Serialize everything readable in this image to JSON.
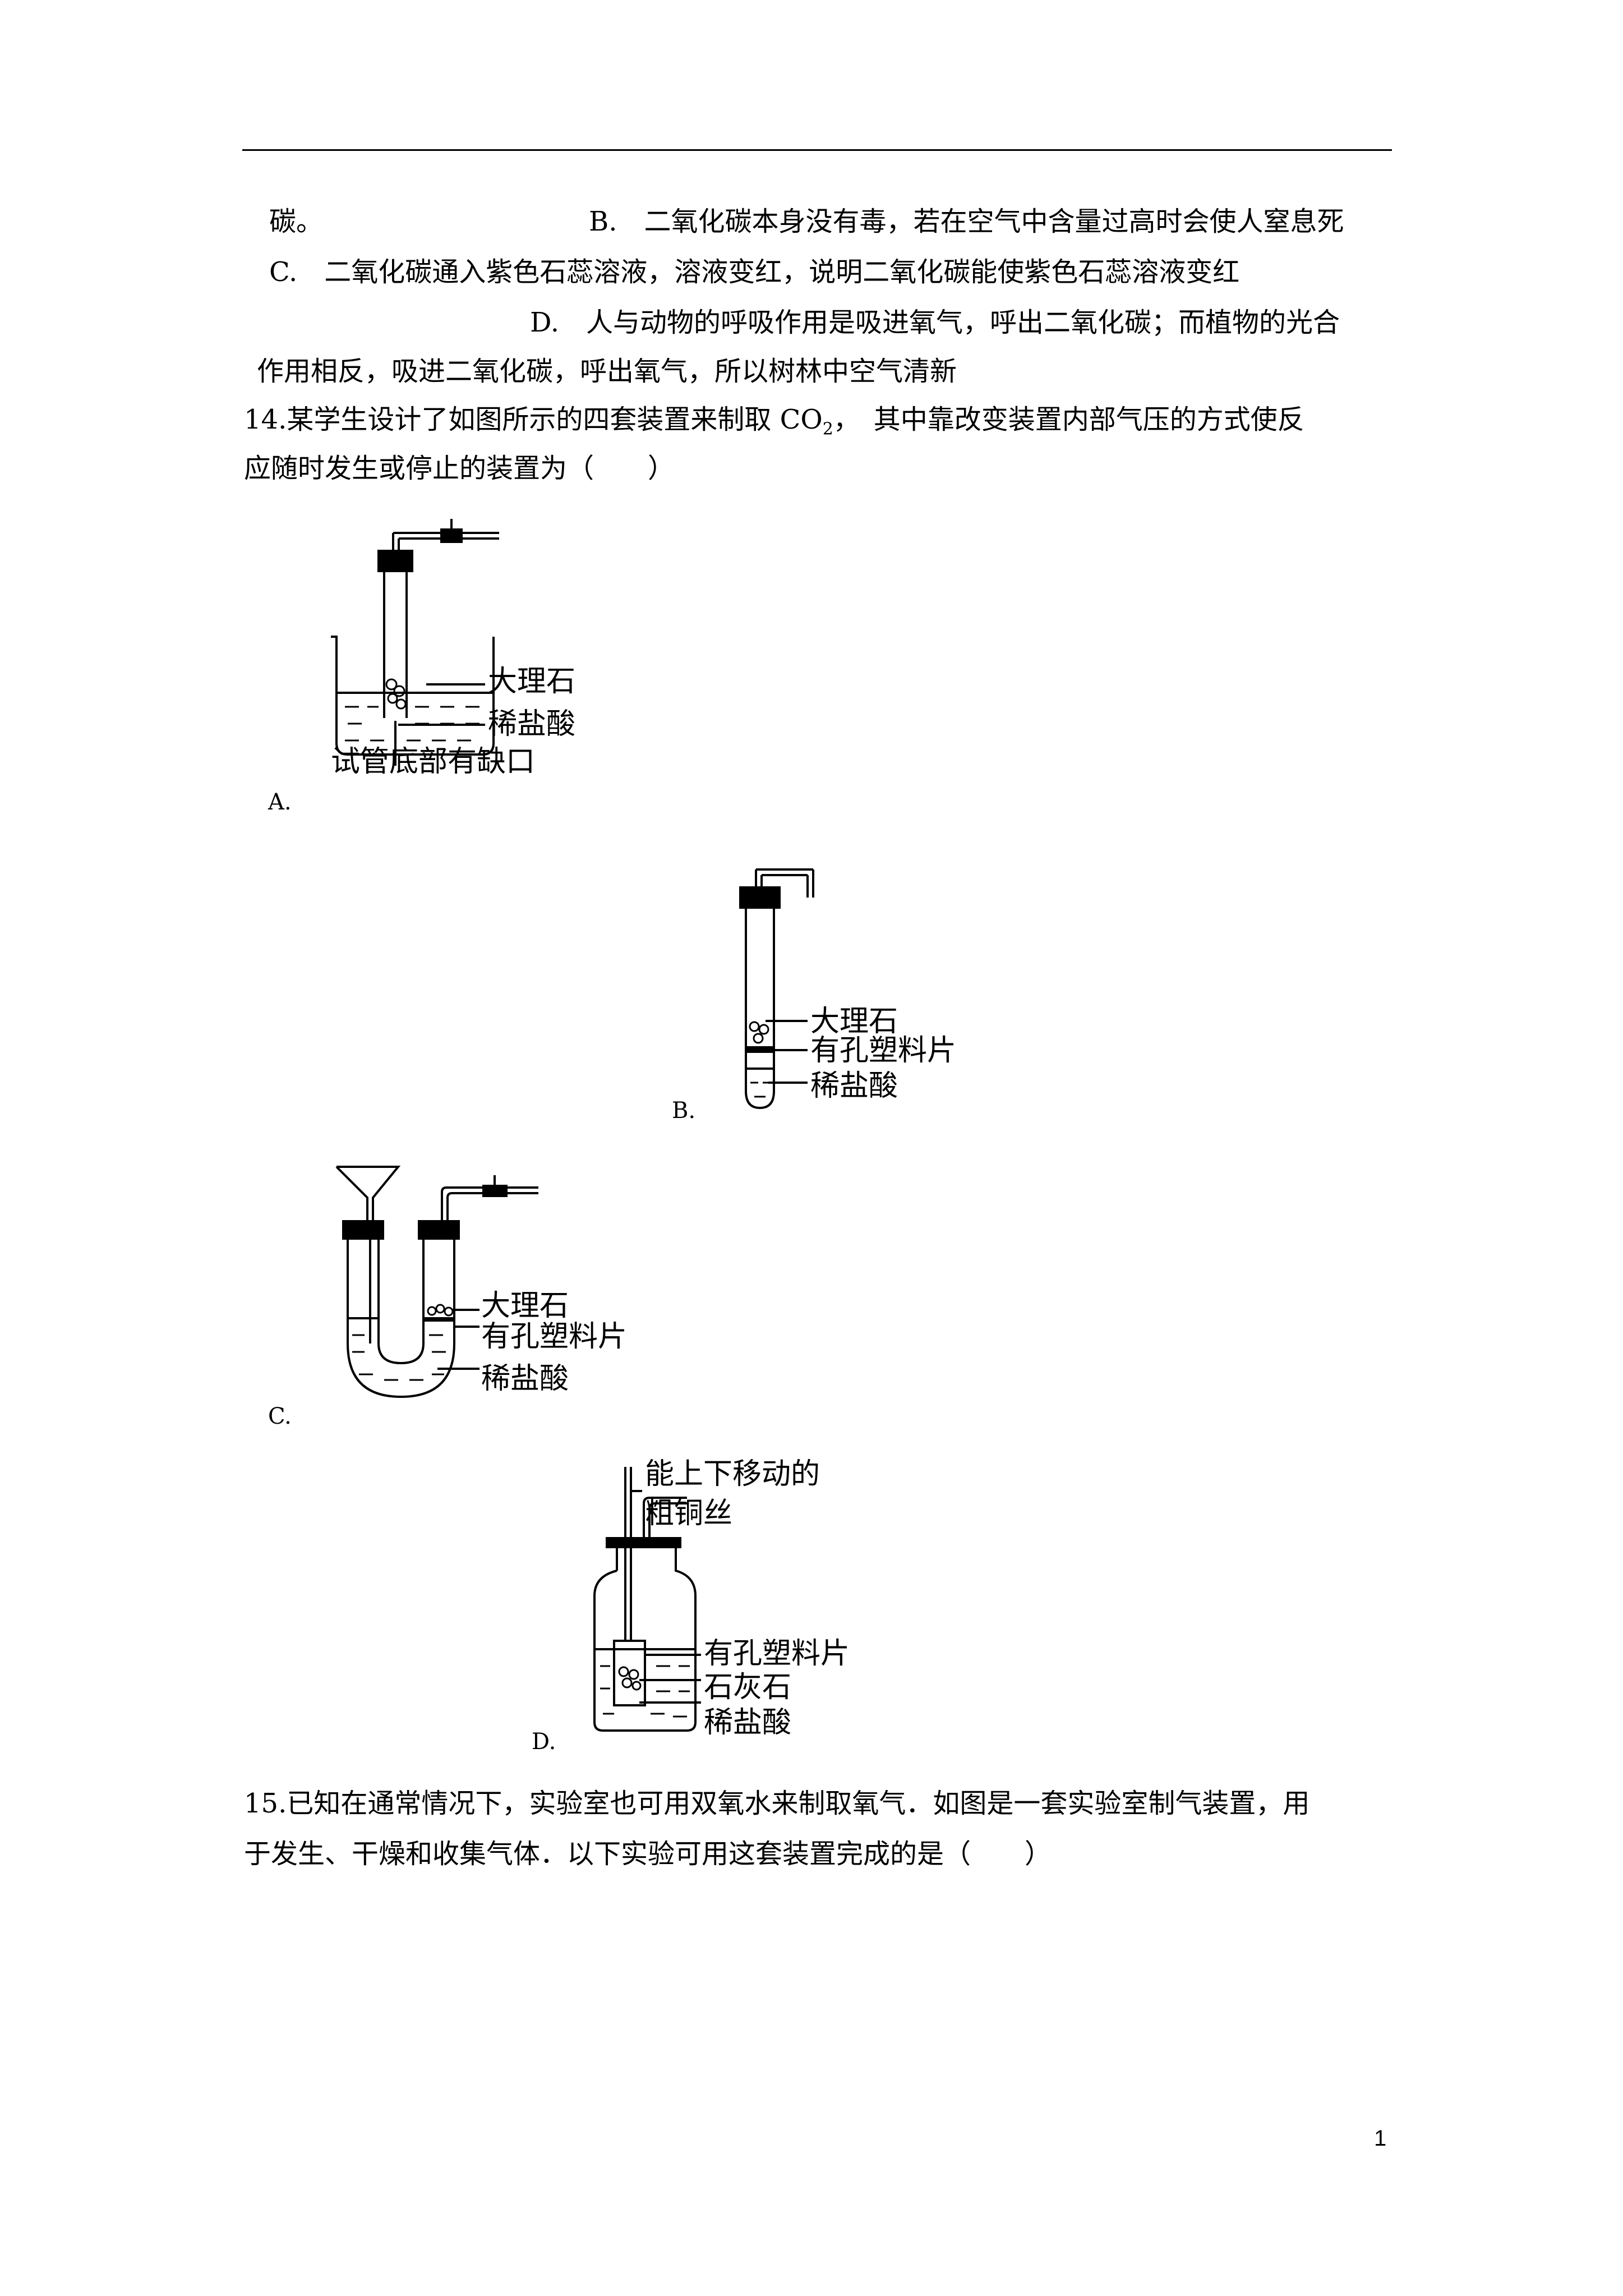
{
  "q13": {
    "line1_start": "碳。",
    "line1_b": "B.　二氧化碳本身没有毒，若在空气中含量过高时会使人窒息死",
    "line2_c": "C.　二氧化碳通入紫色石蕊溶液，溶液变红，说明二氧化碳能使紫色石蕊溶液变红",
    "line3_d": "D.　人与动物的呼吸作用是吸进氧气，呼出二氧化碳；而植物的光合",
    "line4_d": "作用相反，吸进二氧化碳，呼出氧气，所以树林中空气清新"
  },
  "q14": {
    "line1_pre": "14.某学生设计了如图所示的四套装置来制取 CO",
    "line1_sub": "2",
    "line1_post": "，　其中靠改变装置内部气压的方式使反",
    "line2": "应随时发生或停止的装置为（　　）"
  },
  "figA": {
    "option": "A.",
    "label_marble": "大理石",
    "label_acid": "稀盐酸",
    "label_bottom": "试管底部有缺口"
  },
  "figB": {
    "option": "B.",
    "label_marble": "大理石",
    "label_plate": "有孔塑料片",
    "label_acid": "稀盐酸"
  },
  "figC": {
    "option": "C.",
    "label_marble": "大理石",
    "label_plate": "有孔塑料片",
    "label_acid": "稀盐酸"
  },
  "figD": {
    "option": "D.",
    "label_wire1": "能上下移动的",
    "label_wire2": "粗铜丝",
    "label_plate": "有孔塑料片",
    "label_limestone": "石灰石",
    "label_acid": "稀盐酸"
  },
  "q15": {
    "line1": "15.已知在通常情况下，实验室也可用双氧水来制取氧气．如图是一套实验室制气装置，用",
    "line2": "于发生、干燥和收集气体．以下实验可用这套装置完成的是（　　）"
  },
  "page_number": "1"
}
